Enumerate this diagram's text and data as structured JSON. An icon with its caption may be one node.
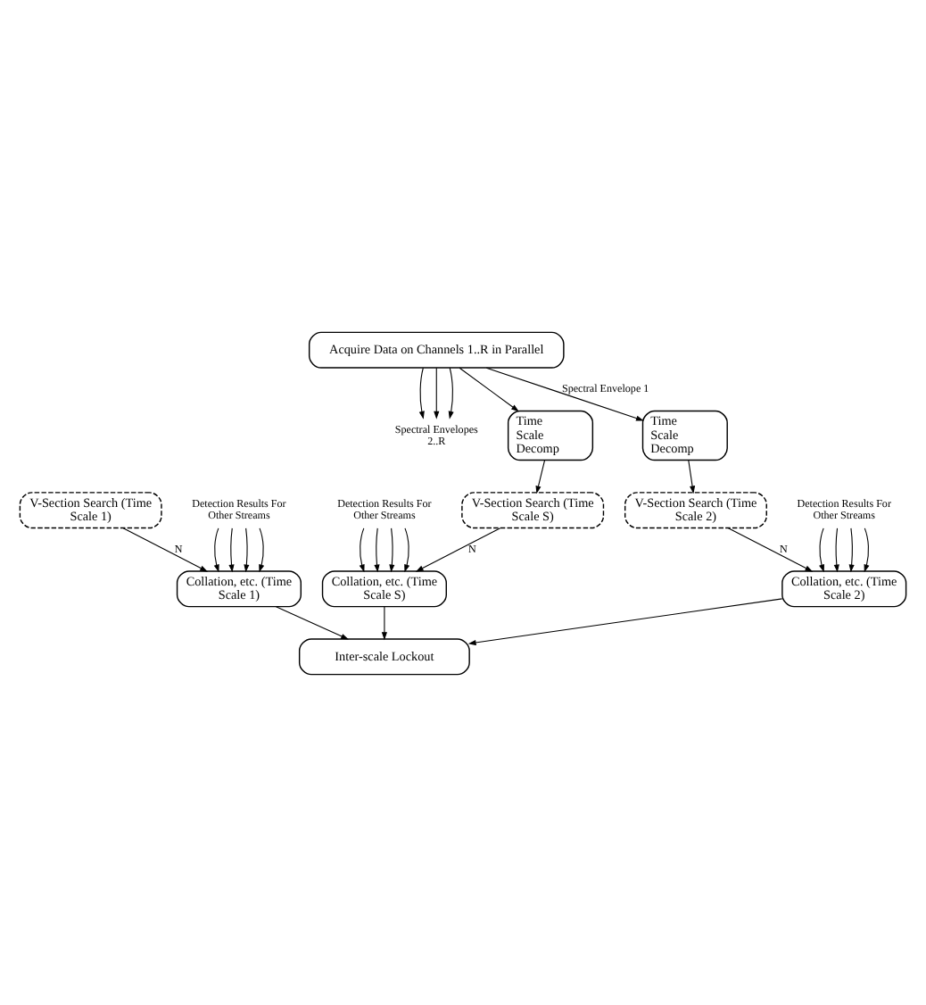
{
  "diagram": {
    "nodes": [
      {
        "text": [
          "Acquire Data on Channels 1..R in Parallel"
        ]
      },
      {
        "text": [
          "Spectral Envelopes 2..R"
        ]
      },
      {
        "text": [
          "Time Scale Decomp"
        ]
      },
      {
        "text": [
          "Time Scale Decomp"
        ]
      },
      {
        "text": [
          "V-Section Search (Time Scale 1)"
        ]
      },
      {
        "text": [
          "V-Section Search (Time Scale 2)"
        ]
      },
      {
        "text": [
          "V-Section Search (Time Scale S)"
        ]
      },
      {
        "text": [
          "Detection Results For Other Streams"
        ]
      },
      {
        "text": [
          "Detection Results For Other Streams"
        ]
      },
      {
        "text": [
          "Detection Results For Other Streams"
        ]
      },
      {
        "text": [
          "Collation, etc. (Time Scale 1)"
        ]
      },
      {
        "text": [
          "Collation, etc. (Time Scale 2)"
        ]
      },
      {
        "text": [
          "Collation, etc. (Time Scale S)"
        ]
      },
      {
        "text": [
          "Inter-scale Lockout"
        ]
      }
    ],
    "edges": [
      {
        "from": 0,
        "to": 2,
        "arrow": "to",
        "label": "Spectral Envelope 1"
      },
      {
        "from": 0,
        "to": 3,
        "arrow": "to"
      },
      {
        "from": 0,
        "to": 1,
        "arrow": "to"
      },
      {
        "from": 0,
        "to": 1,
        "arrow": "to"
      },
      {
        "from": 0,
        "to": 1,
        "arrow": "to"
      },
      {
        "from": 2,
        "to": 5,
        "arrow": "to"
      },
      {
        "from": 3,
        "to": 6,
        "arrow": "to"
      },
      {
        "from": 4,
        "to": 10,
        "arrow": "to",
        "label": "N"
      },
      {
        "from": 5,
        "to": 11,
        "arrow": "to",
        "label": "N"
      },
      {
        "from": 6,
        "to": 12,
        "arrow": "to",
        "label": "N"
      },
      {
        "from": 7,
        "to": 10,
        "arrow": "to"
      },
      {
        "from": 7,
        "to": 10,
        "arrow": "to"
      },
      {
        "from": 7,
        "to": 10,
        "arrow": "to"
      },
      {
        "from": 7,
        "to": 10,
        "arrow": "to"
      },
      {
        "from": 8,
        "to": 11,
        "arrow": "to"
      },
      {
        "from": 8,
        "to": 11,
        "arrow": "to"
      },
      {
        "from": 8,
        "to": 11,
        "arrow": "to"
      },
      {
        "from": 8,
        "to": 11,
        "arrow": "to"
      },
      {
        "from": 9,
        "to": 12,
        "arrow": "to"
      },
      {
        "from": 9,
        "to": 12,
        "arrow": "to"
      },
      {
        "from": 9,
        "to": 12,
        "arrow": "to"
      },
      {
        "from": 9,
        "to": 12,
        "arrow": "to"
      },
      {
        "from": 10,
        "to": 13,
        "arrow": "to"
      },
      {
        "from": 11,
        "to": 13,
        "arrow": "to"
      },
      {
        "from": 12,
        "to": 13,
        "arrow": "to"
      }
    ]
  }
}
